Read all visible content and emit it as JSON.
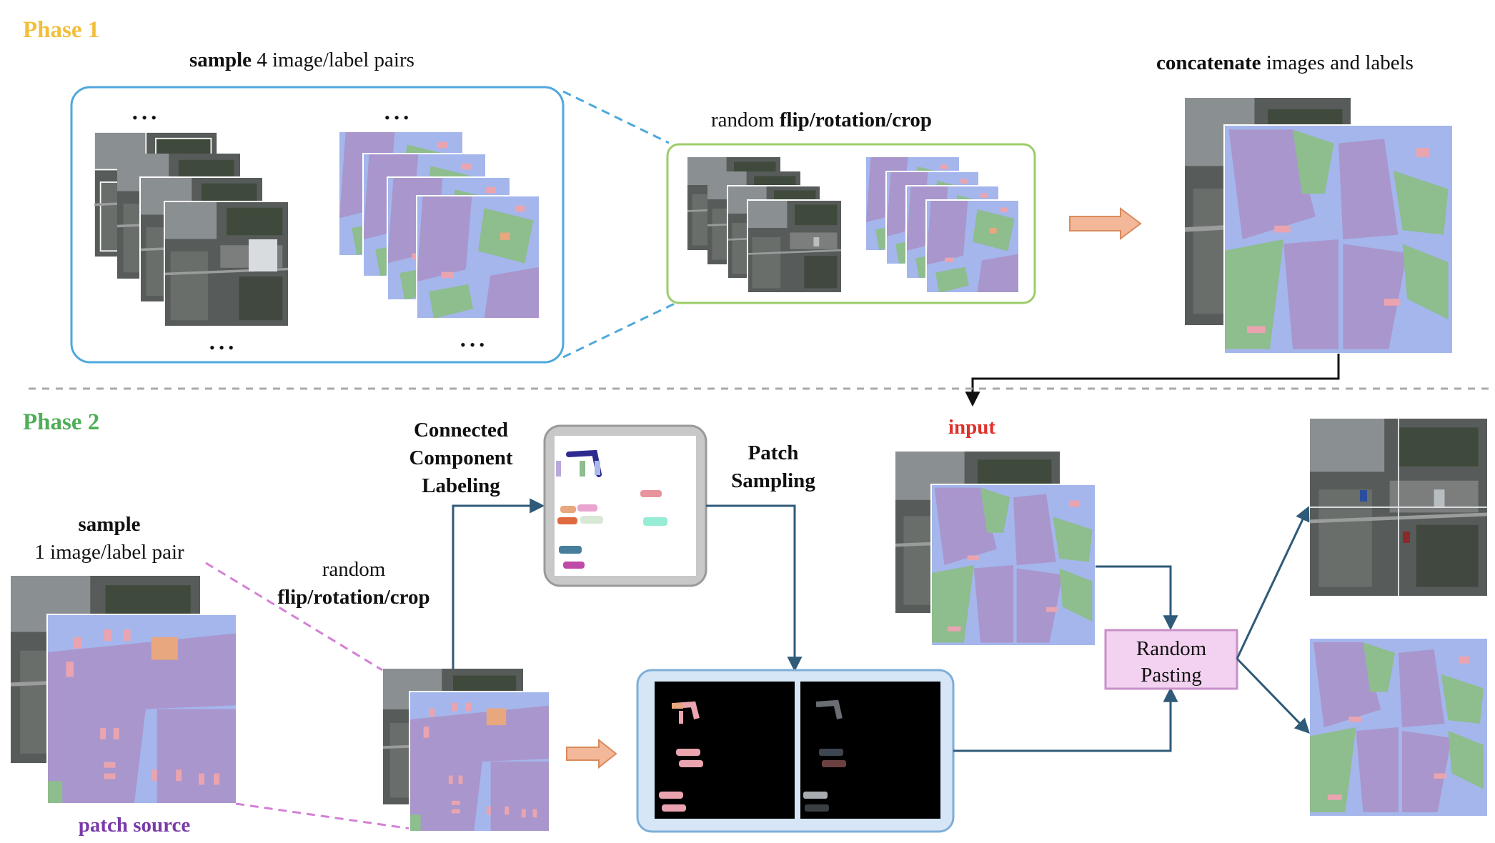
{
  "phase1": {
    "title": "Phase 1",
    "sample_bold": "sample",
    "sample_rest": " 4 image/label pairs",
    "aug_prefix": "random ",
    "aug_bold": "flip/rotation/crop",
    "concat_bold": "concatenate",
    "concat_rest": " images and labels",
    "ellipsis": "• • •"
  },
  "phase2": {
    "title": "Phase 2",
    "sample_bold": "sample",
    "sample_line2": "1 image/label pair",
    "patch_source": "patch source",
    "aug_line1": "random",
    "aug_line2": "flip/rotation/crop",
    "ccl_line1": "Connected",
    "ccl_line2": "Component",
    "ccl_line3": "Labeling",
    "ps_line1": "Patch",
    "ps_line2": "Sampling",
    "input_label": "input",
    "rp_line1": "Random",
    "rp_line2": "Pasting"
  },
  "colors": {
    "phase1_title": "#f2bf3c",
    "phase2_title": "#4fae57",
    "input_label": "#e0302a",
    "patch_source": "#7a3aa8",
    "label_blue": "#a4b6ec",
    "label_purple": "#a996cc",
    "label_green": "#8ebd8e",
    "label_orange": "#e8a77e",
    "label_pink": "#eaa4b0",
    "box_blue": "#4fa8dc",
    "box_green": "#9ccd68",
    "arrow_orange": "#f3b899",
    "arrow_teal": "#2f5a78",
    "dashed_pink": "#d480d4",
    "random_pasting_fill": "#f2d2f0",
    "random_pasting_border": "#c890c8"
  }
}
